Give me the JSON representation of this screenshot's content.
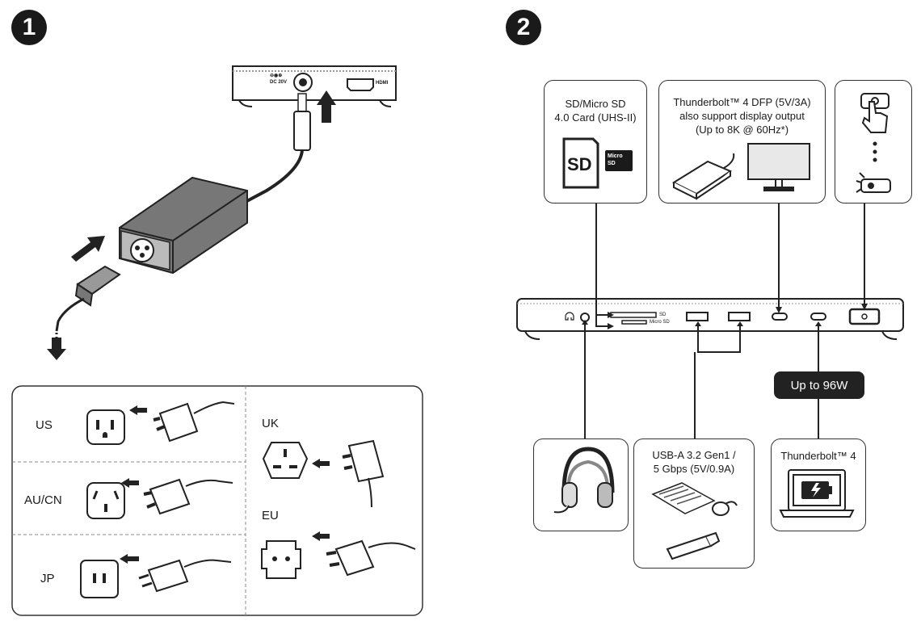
{
  "steps": {
    "one": "1",
    "two": "2"
  },
  "adapter": {
    "dc_label": "DC 20V",
    "hdmi_label": "HDMI"
  },
  "plugs": {
    "us": "US",
    "au_cn": "AU/CN",
    "jp": "JP",
    "uk": "UK",
    "eu": "EU"
  },
  "panels": {
    "sd": {
      "title_line1": "SD/Micro SD",
      "title_line2": "4.0 Card (UHS-II)",
      "sd_logo": "SD",
      "micro_logo_1": "Micro",
      "micro_logo_2": "SD"
    },
    "tb_dfp": {
      "line1": "Thunderbolt™ 4 DFP (5V/3A)",
      "line2": "also support display output",
      "line3": "(Up to 8K @ 60Hz*)"
    },
    "usb_a": {
      "line1": "USB-A 3.2 Gen1 /",
      "line2": "5 Gbps (5V/0.9A)"
    },
    "tb_host": {
      "title": "Thunderbolt™ 4"
    }
  },
  "dock": {
    "sd_port": "SD",
    "micro_sd_port": "Micro SD"
  },
  "power_badge": "Up to 96W",
  "icons": [
    "headphones-icon",
    "keyboard-icon",
    "mouse-icon",
    "usb-stick-icon",
    "laptop-charging-icon",
    "monitor-icon",
    "hard-drive-icon",
    "power-button-icon",
    "hand-press-icon",
    "sd-card-icon",
    "micro-sd-card-icon",
    "power-outlet-icon",
    "power-plug-icon",
    "arrow-icon"
  ]
}
